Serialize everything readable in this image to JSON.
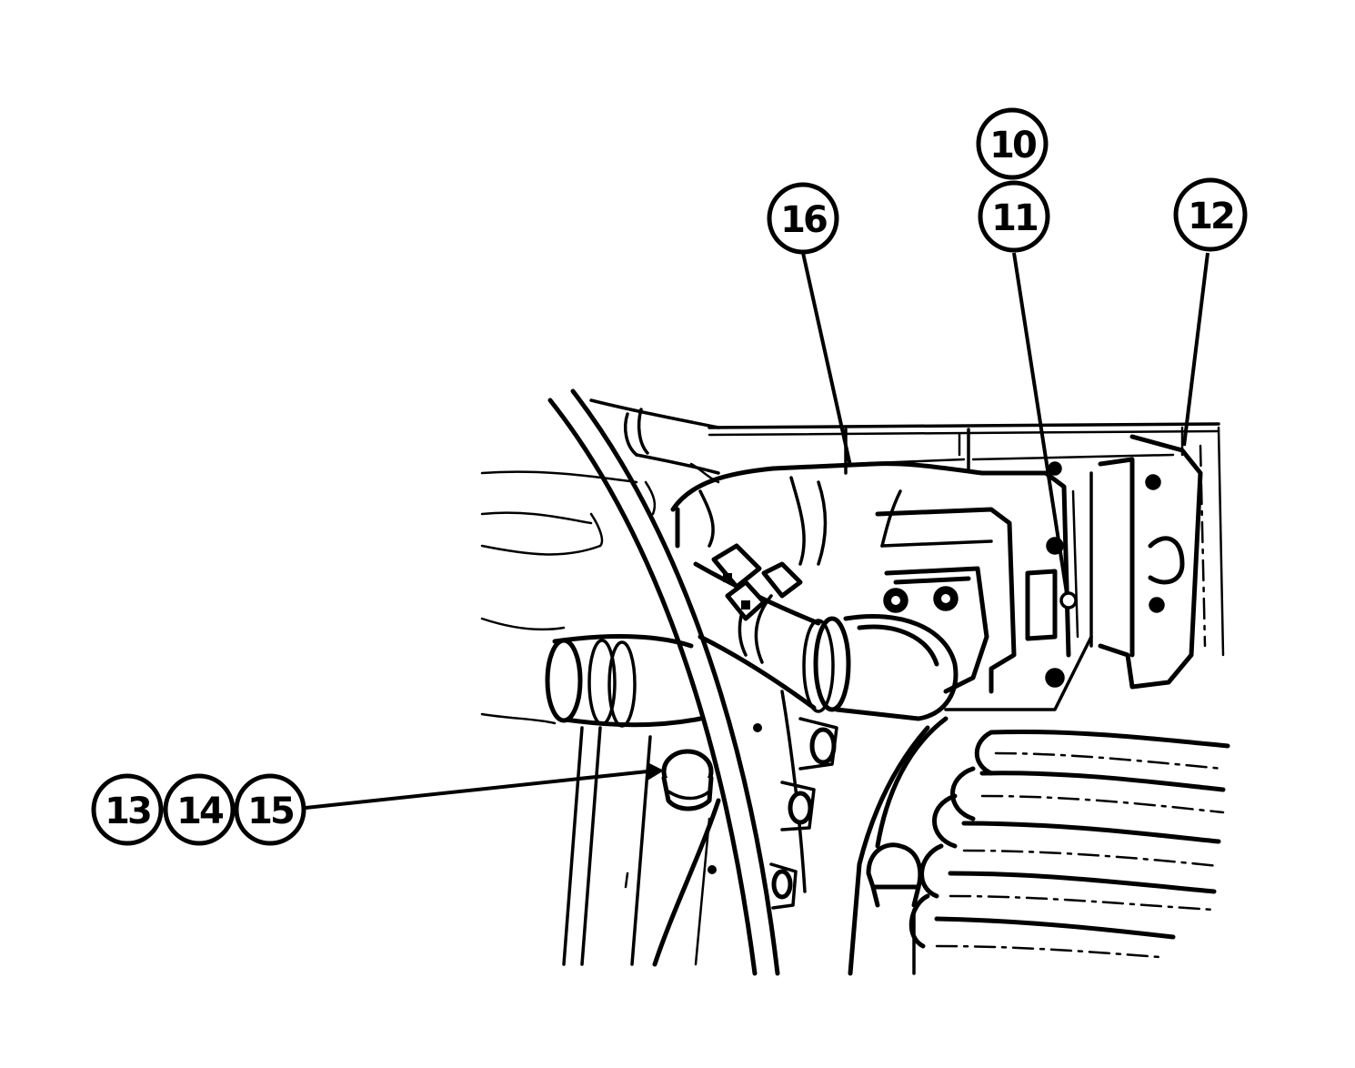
{
  "figure": {
    "callouts": [
      {
        "id": "c10",
        "label": "10"
      },
      {
        "id": "c11",
        "label": "11"
      },
      {
        "id": "c12",
        "label": "12"
      },
      {
        "id": "c13",
        "label": "13"
      },
      {
        "id": "c14",
        "label": "14"
      },
      {
        "id": "c15",
        "label": "15"
      },
      {
        "id": "c16",
        "label": "16"
      }
    ]
  },
  "colors": {
    "line": "#000000",
    "background": "#ffffff"
  }
}
